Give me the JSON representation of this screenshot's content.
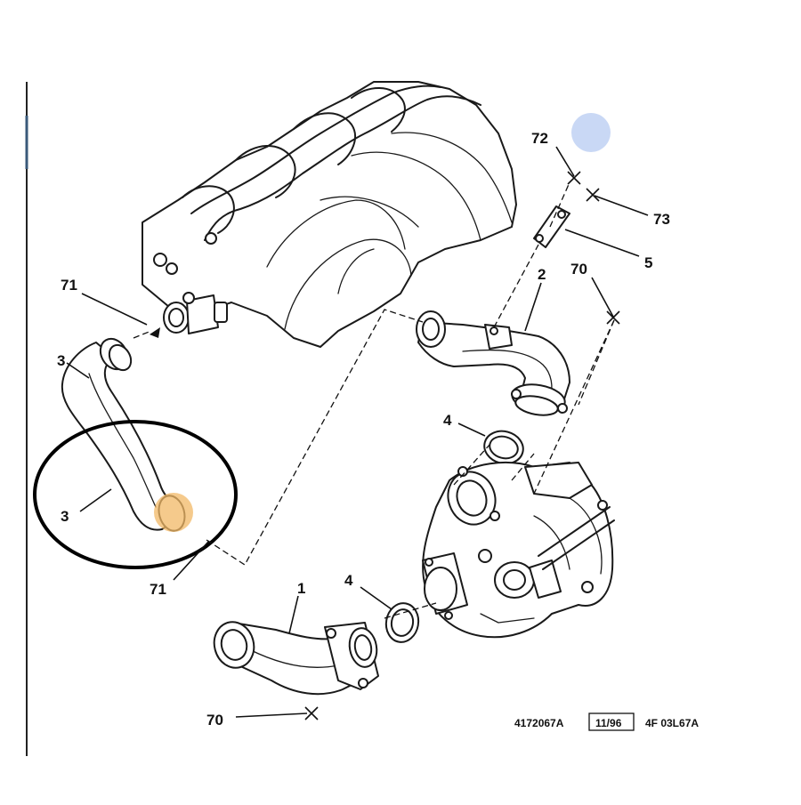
{
  "colors": {
    "highlight_circle": "#000000",
    "highlight_marker": "#f2b866",
    "blue_dot": "#c9d8f5",
    "line": "#1a1a1a"
  },
  "callouts": {
    "c72": "72",
    "c73": "73",
    "c5": "5",
    "c2": "2",
    "c70_top": "70",
    "c71_top": "71",
    "c3": "3",
    "c4_top": "4",
    "c71_bottom": "71",
    "c1": "1",
    "c4_bottom": "4",
    "c70_bottom": "70"
  },
  "footer": {
    "ref": "4172067A",
    "date": "11/96",
    "code": "4F 03L67A"
  }
}
